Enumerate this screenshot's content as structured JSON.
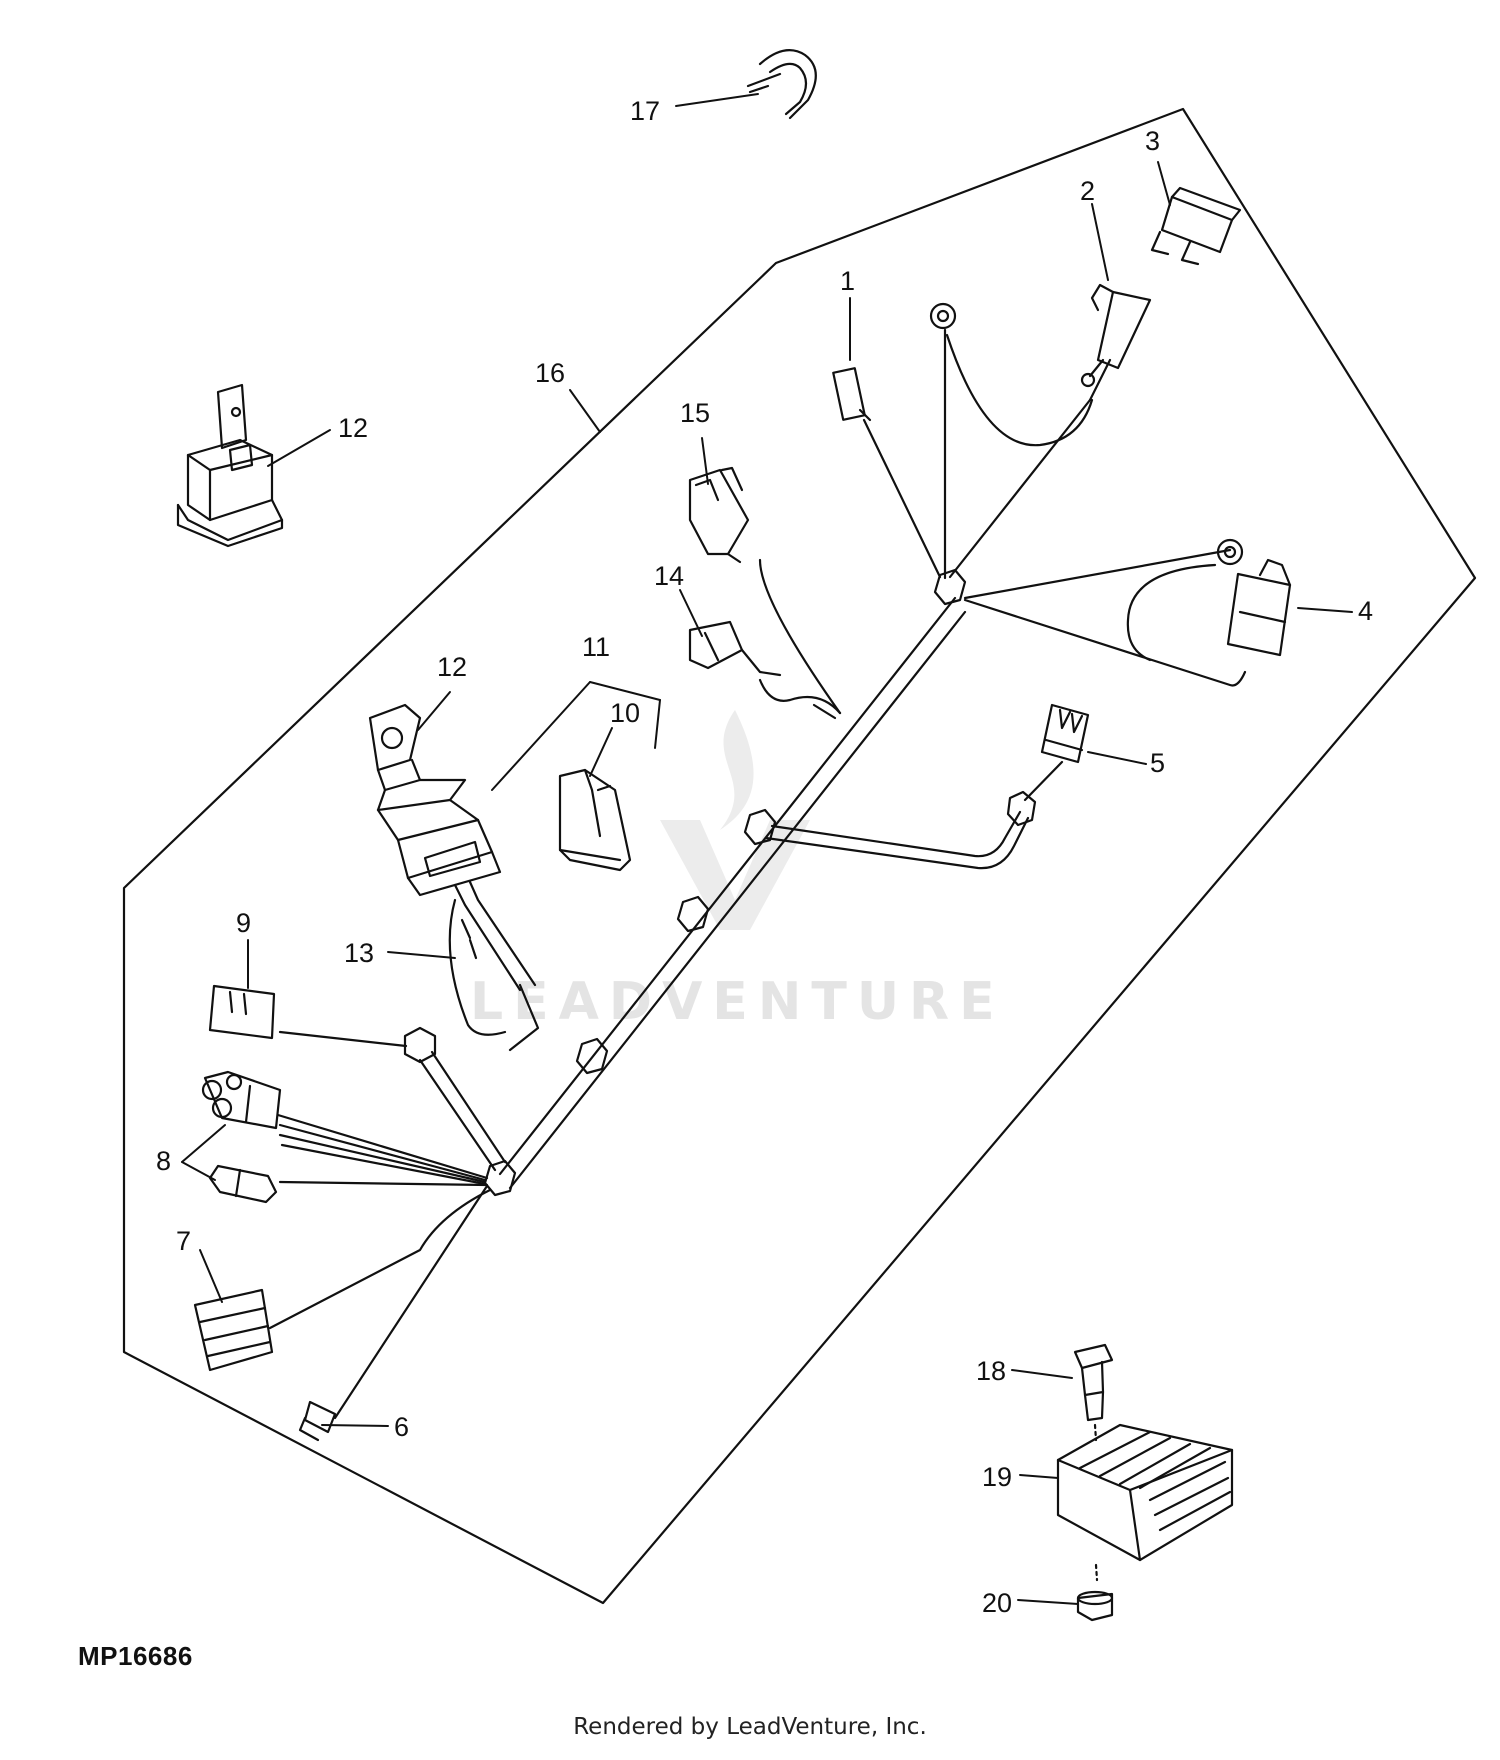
{
  "diagram": {
    "part_number": "MP16686",
    "footer": "Rendered by LeadVenture, Inc.",
    "watermark": "LEADVENTURE",
    "callouts": {
      "c1": "1",
      "c2": "2",
      "c3": "3",
      "c4": "4",
      "c5": "5",
      "c6": "6",
      "c7": "7",
      "c8": "8",
      "c9": "9",
      "c10": "10",
      "c11": "11",
      "c12a": "12",
      "c12b": "12",
      "c13": "13",
      "c14": "14",
      "c15": "15",
      "c16": "16",
      "c17": "17",
      "c18": "18",
      "c19": "19",
      "c20": "20"
    }
  }
}
